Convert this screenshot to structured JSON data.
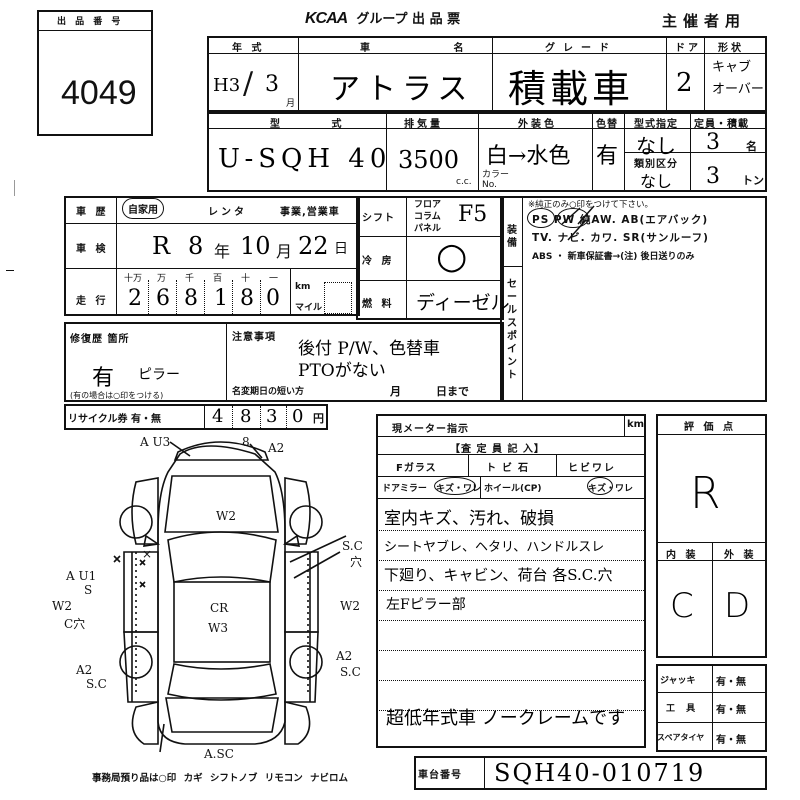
{
  "header": {
    "lot_label": "出 品 番 号",
    "lot_number": "4049",
    "brand": "KCAA",
    "title": "グループ 出 品 票",
    "organizer": "主催者用"
  },
  "row1": {
    "labels": {
      "year": "年 式",
      "model": "車 名",
      "grade": "グレード",
      "doors": "ドア",
      "shape": "形状"
    },
    "year": "H3",
    "month": "3",
    "month_unit": "月",
    "model": "アトラス",
    "grade": "積載車",
    "doors": "2",
    "shape_line1": "キャブ",
    "shape_line2": "オーバー"
  },
  "row2": {
    "labels": {
      "type": "型 式",
      "displacement": "排気量",
      "exterior": "外装色",
      "color_no": "色替",
      "type_designation": "型式指定",
      "class": "類別区分",
      "capacity": "定員・積載"
    },
    "type": "U-SQH 40",
    "displacement": "3500",
    "cc": "c.c.",
    "exterior": "白→水色",
    "color_change": "有",
    "color_no_label": "カラー No.",
    "type_designation": "なし",
    "class": "なし",
    "capacity": "3",
    "capacity_unit": "名",
    "load": "3",
    "load_unit": "トン"
  },
  "history": {
    "label": "車 歴",
    "options": [
      "自家用",
      "レンタ",
      "事業,営業車"
    ],
    "selected": "自家用"
  },
  "inspection": {
    "label": "車 検",
    "era": "R",
    "year": "8",
    "year_unit": "年",
    "month": "10",
    "month_unit": "月",
    "day": "22",
    "day_unit": "日"
  },
  "mileage": {
    "label": "走 行",
    "digit_labels": [
      "十万",
      "万",
      "千",
      "百",
      "十",
      "一"
    ],
    "digits": [
      "2",
      "6",
      "8",
      "1",
      "8",
      "0"
    ],
    "unit_km": "km",
    "unit_mile": "マイル"
  },
  "shift": {
    "label": "シフト",
    "options": [
      "フロア",
      "コラム",
      "パネル"
    ],
    "value": "F5"
  },
  "ac": {
    "label": "冷 房",
    "value": "○"
  },
  "fuel": {
    "label": "燃 料",
    "value": "ディーゼル"
  },
  "equipment": {
    "label_chars": [
      "装",
      "備"
    ],
    "note": "※純正のみ○印をつけて下さい。",
    "line1": "PS PW 純AW. AB(エアバック)",
    "line2": "TV. ナビ. カワ. SR(サンルーフ)",
    "line3": "ABS ・ 新車保証書→(注) 後日送りのみ"
  },
  "sales_point": {
    "label_chars": [
      "セ",
      "ー",
      "ル",
      "ス",
      "ポ",
      "イ",
      "ン",
      "ト"
    ]
  },
  "repair": {
    "label": "修復歴 箇所",
    "value": "有",
    "detail": "ピラー",
    "note": "(有の場合は○印をつける)"
  },
  "notes": {
    "label": "注意事項",
    "line1": "後付 P/W、色替車",
    "line2": "PTOがない",
    "deadline_label": "名変期日の短い方",
    "deadline_month": "月",
    "deadline_day": "日まで"
  },
  "recycle": {
    "label": "リサイクル券 有・無",
    "digits": [
      "4",
      "8",
      "3",
      "0"
    ],
    "unit": "円"
  },
  "meter": {
    "label": "現メーター指示",
    "unit": "km"
  },
  "inspection_entries": {
    "label": "【査 定 員 記 入】",
    "front_glass": "Fガラス",
    "glass_value": "トビ石",
    "crack": "ヒビワレ",
    "door_mirror": "ドアミラー",
    "mirror_value": "キズ・ワレ",
    "wheel": "ホイール(CP)",
    "wheel_value": "キズ・ワレ",
    "lines": [
      "室内キズ、汚れ、破損",
      "シートヤブレ、ヘタリ、ハンドルスレ",
      "下廻り、キャビン、荷台 各S.C.穴",
      "左Fピラー部",
      "",
      "",
      "超低年式車 ノークレームです"
    ]
  },
  "evaluation": {
    "label": "評 価 点",
    "score": "R",
    "interior_label": "内 装",
    "exterior_label": "外 装",
    "interior": "C",
    "exterior": "D"
  },
  "accessories": [
    {
      "label": "ジャッキ",
      "value": "有・無"
    },
    {
      "label": "工 具",
      "value": "有・無"
    },
    {
      "label": "スペアタイヤ",
      "value": "有・無"
    }
  ],
  "chassis": {
    "label": "車台番号",
    "value": "SQH40-010719"
  },
  "office_note": "事務局預り品は○印 カギ シフトノブ リモコン ナビロム",
  "diagram_marks": [
    "A U3",
    "8",
    "A2",
    "W2",
    "CR",
    "W3",
    "A U1",
    "S",
    "W2",
    "C穴",
    "S.C",
    "穴",
    "W2",
    "A2",
    "S.C",
    "A2",
    "S.C",
    "A.SC",
    "×"
  ]
}
